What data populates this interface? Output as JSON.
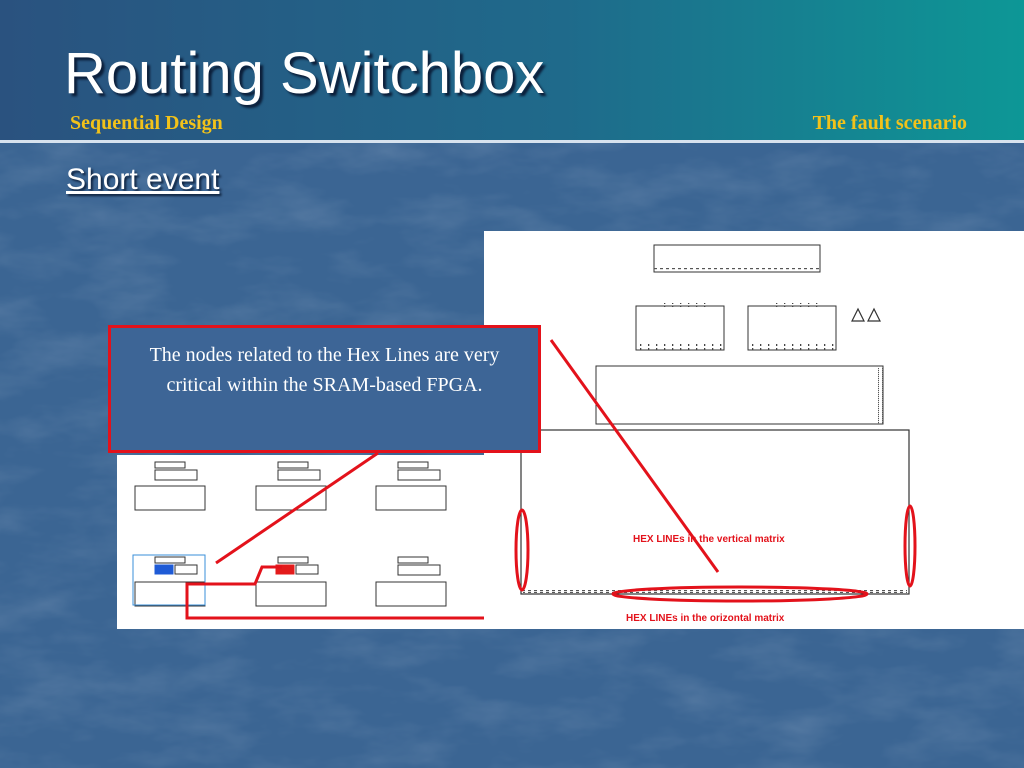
{
  "slide": {
    "title": "Routing Switchbox",
    "subtitle_left": "Sequential Design",
    "subtitle_right": "The fault scenario",
    "section_heading": "Short event",
    "callout_text": "The nodes related to the Hex Lines are very critical within the SRAM-based FPGA."
  },
  "diagram": {
    "label_vertical": "HEX LINEs in the vertical matrix",
    "label_horizontal": "HEX LINEs in the orizontal matrix"
  },
  "colors": {
    "background": "#3b6593",
    "title_text": "#ffffff",
    "subtitle_text": "#f2c21a",
    "highlight_red": "#e3121b",
    "selected_blue": "#1f5bd6",
    "selected_red": "#e31b1b"
  }
}
